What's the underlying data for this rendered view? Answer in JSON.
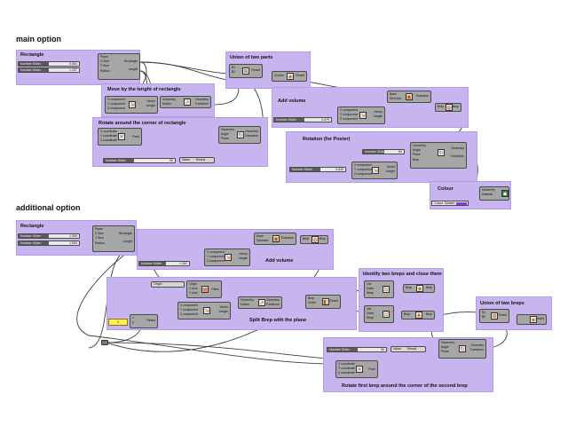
{
  "sections": {
    "main": "main option",
    "additional": "additional option"
  },
  "groups": {
    "rectangle_main": "Rectangle",
    "move": "Move by the lenght of rectangle",
    "rotate_corner": "Rotate around the corner of rectangle",
    "union_main": "Union of two parts",
    "add_volume_main": "Add volume",
    "rotation_poster": "Rotation (for Poster)",
    "colour": "Colour",
    "rectangle_add": "Rectangle",
    "add_volume_add": "Add volume",
    "split_brep": "Split Brep with the plane",
    "identify": "Identify two breps and close them",
    "union_add": "Union of two breps",
    "rotate_first": "Rotate first brep around the corner of the second brep"
  },
  "sliders": {
    "m_x": {
      "label": "Number Slider",
      "value": "0.581"
    },
    "m_y": {
      "label": "Number Slider",
      "value": "1.257"
    },
    "m_angle": {
      "label": "Number Slider",
      "value": "90"
    },
    "m_vol": {
      "label": "Number Slider",
      "value": "0.679"
    },
    "m_poster": {
      "label": "Number Slider",
      "value": "90"
    },
    "m_poster2": {
      "label": "Number Slider",
      "value": "0.849"
    },
    "a_x": {
      "label": "Number Slider",
      "value": "1.000"
    },
    "a_y": {
      "label": "Number Slider",
      "value": "1.594"
    },
    "a_vol": {
      "label": "Number Slider",
      "value": "1.262"
    },
    "a_angle": {
      "label": "Number Slider",
      "value": "90"
    }
  },
  "ports": {
    "rect_in": [
      "Plane",
      "X Size",
      "Y Size",
      "Radius"
    ],
    "rect_out": [
      "Rectangle",
      "Length"
    ],
    "move_in": [
      "Geometry",
      "Motion"
    ],
    "move_out": [
      "Geometry",
      "Transform"
    ],
    "vec_in": [
      "X component",
      "Y component",
      "Z component"
    ],
    "vec_out": [
      "Vector",
      "Length"
    ],
    "pt_in": [
      "X coordinate",
      "Y coordinate",
      "Z coordinate"
    ],
    "pt_out": [
      "Point"
    ],
    "rot_in": [
      "Geometry",
      "Angle",
      "Plane"
    ],
    "rot_out": [
      "Geometry",
      "Transform"
    ],
    "union_in": [
      "B1",
      "B2"
    ],
    "union_out": [
      "Result"
    ],
    "cap_in": [
      "Curves"
    ],
    "cap_out": [
      "Result"
    ],
    "ext_in": [
      "Base",
      "Direction"
    ],
    "ext_out": [
      "Extrusion"
    ],
    "brep_in": [
      "Brep"
    ],
    "brep_out": [
      "Brep"
    ],
    "value": "Value",
    "result": "Result",
    "colour_in": [
      "Geometry",
      "Material"
    ],
    "split_in": [
      "Brep",
      "Cutter"
    ],
    "split_out": [
      "Result"
    ],
    "list_in": [
      "List",
      "Index",
      "Wrap"
    ],
    "list_out": [
      "Item"
    ],
    "plane_in": [
      "Origin",
      "X Axis",
      "Y Axis"
    ],
    "plane_out": [
      "Plane"
    ],
    "origin": "Origin",
    "xform_label": "Xform",
    "x_label": "x",
    "y_label": "y"
  },
  "misc": {
    "colour_swatch": "Colour Swatch",
    "panel_value": "1",
    "accent": "#c8b4ef",
    "swatch_color": "#7a3df0"
  }
}
